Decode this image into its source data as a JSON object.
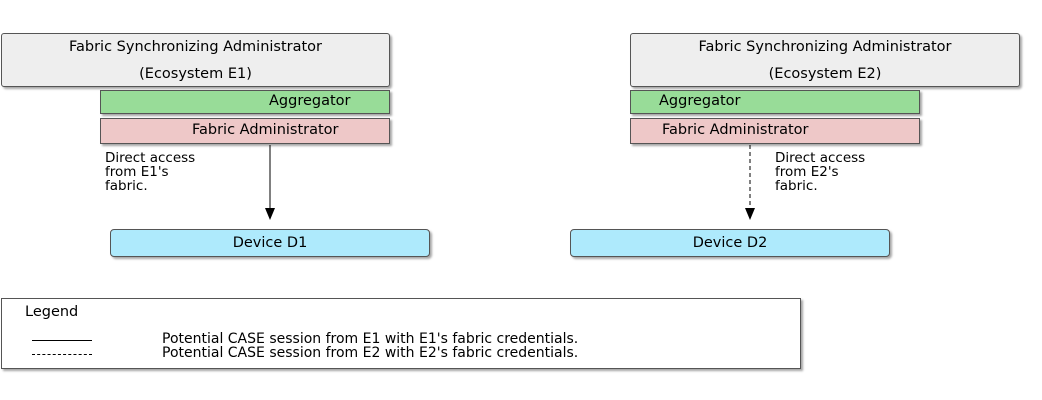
{
  "ecosystems": [
    {
      "fsa_line1": "Fabric Synchronizing Administrator",
      "fsa_line2": "(Ecosystem E1)",
      "aggregator": "Aggregator",
      "fabric_admin": "Fabric Administrator",
      "note": "Direct access\nfrom E1's\nfabric.",
      "device": "Device D1",
      "edge_style": "solid"
    },
    {
      "fsa_line1": "Fabric Synchronizing Administrator",
      "fsa_line2": "(Ecosystem E2)",
      "aggregator": "Aggregator",
      "fabric_admin": "Fabric Administrator",
      "note": "Direct access\nfrom E2's\nfabric.",
      "device": "Device D2",
      "edge_style": "dashed"
    }
  ],
  "legend": {
    "title": "Legend",
    "entries": [
      {
        "style": "solid",
        "text": "Potential CASE session from E1 with E1's fabric credentials."
      },
      {
        "style": "dashed",
        "text": "Potential CASE session from E2 with E2's fabric credentials."
      }
    ]
  },
  "colors": {
    "fsa": "#eeeeee",
    "aggregator": "#98dc98",
    "fabric_admin": "#eec8c8",
    "device": "#aeeafc"
  }
}
